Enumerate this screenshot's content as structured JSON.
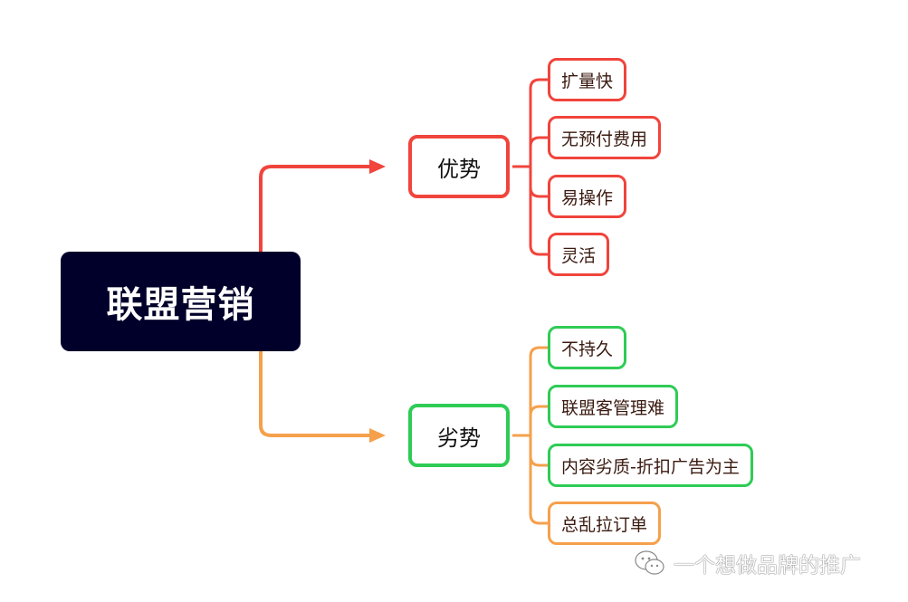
{
  "root": {
    "label": "联盟营销",
    "color": "#00002a"
  },
  "branches": [
    {
      "label": "优势",
      "border_color": "#f0443c",
      "line_color": "#f0443c",
      "children": [
        {
          "label": "扩量快",
          "border_color": "#f0443c"
        },
        {
          "label": "无预付费用",
          "border_color": "#f0443c"
        },
        {
          "label": "易操作",
          "border_color": "#f0443c"
        },
        {
          "label": "灵活",
          "border_color": "#f0443c"
        }
      ]
    },
    {
      "label": "劣势",
      "border_color": "#2ecc55",
      "line_color": "#f5a04c",
      "children": [
        {
          "label": "不持久",
          "border_color": "#2ecc55"
        },
        {
          "label": "联盟客管理难",
          "border_color": "#2ecc55"
        },
        {
          "label": "内容劣质-折扣广告为主",
          "border_color": "#2ecc55"
        },
        {
          "label": "总乱拉订单",
          "border_color": "#f5a04c"
        }
      ]
    }
  ],
  "watermark": {
    "icon": "wechat-icon",
    "text": "一个想做品牌的推广"
  }
}
